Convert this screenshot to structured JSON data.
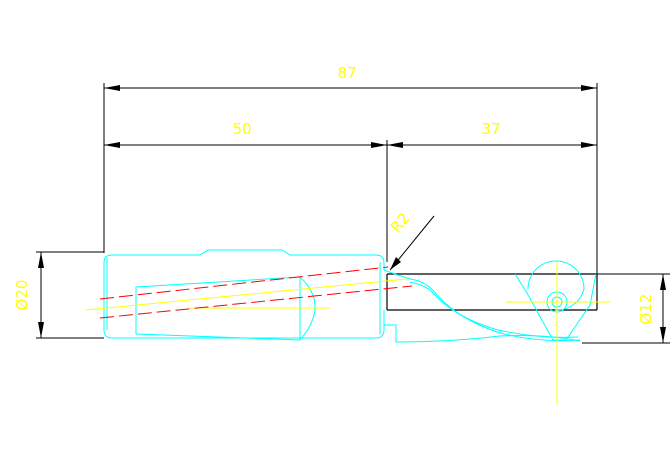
{
  "dimensions": {
    "overall_length": "87",
    "shank_length": "50",
    "head_length": "37",
    "shank_diameter": "Ø20",
    "bar_diameter": "Ø12",
    "corner_radius": "R2"
  },
  "colors": {
    "dimension_text": "#ffff00",
    "dimension_lines": "#000000",
    "tool_outline": "#00ffff",
    "center_lines": "#ffff00",
    "hidden_lines": "#ff0000"
  }
}
